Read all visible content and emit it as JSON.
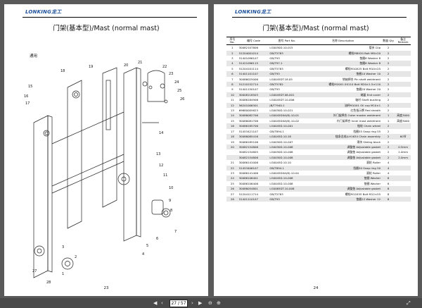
{
  "brand": "LONKING龙工",
  "left_page": {
    "title": "门架(基本型)/Mast (normal mast)",
    "tag": "通用",
    "page_number": "23",
    "callouts": [
      "15",
      "16",
      "17",
      "18",
      "19",
      "20",
      "21",
      "22",
      "23",
      "24",
      "25",
      "26",
      "14",
      "13",
      "12",
      "11",
      "10",
      "9",
      "8",
      "7",
      "6",
      "5",
      "4",
      "3",
      "2",
      "1",
      "27",
      "28"
    ]
  },
  "right_page": {
    "title": "门架(基本型)/Mast (normal mast)",
    "page_number": "24",
    "headers": [
      "序号 No.",
      "编号 Code",
      "图号 Part No.",
      "名称 Description",
      "数量 Qty",
      "备注 Remark"
    ],
    "rows": [
      [
        "1",
        "30082107806",
        "LG0030D.10-015",
        "管夹 Clip",
        "2",
        ""
      ],
      [
        "2",
        "51204001014",
        "GB/T5783",
        "螺栓M8X20 Bolt M8×20",
        "2",
        ""
      ],
      [
        "3",
        "51401096107",
        "GB/T93",
        "垫圈8 Washer 8",
        "2",
        ""
      ],
      [
        "4",
        "51421096115",
        "GB/T97.1",
        "垫圈8 Washer 8",
        "2",
        ""
      ],
      [
        "5",
        "51204101114",
        "GB/T5783",
        "螺栓M10X25 Bolt M10×25",
        "2",
        ""
      ],
      [
        "6",
        "51401101107",
        "GB/T93",
        "垫圈10 Washer 10",
        "2",
        ""
      ],
      [
        "7",
        "30086025006",
        "LG0045DT.18.05",
        "销轴焊合 Pin shaft weldment",
        "2",
        ""
      ],
      [
        "8",
        "51210152714",
        "GB/T5782",
        "螺栓M20X1.5X110 Bolt M20×1.5×110",
        "2",
        ""
      ],
      [
        "9",
        "51401150107",
        "GB/T93",
        "垫圈20 Washer 20",
        "2",
        ""
      ],
      [
        "10",
        "30008118503",
        "LG0045DT.08-001",
        "端盖 End cover",
        "2",
        ""
      ],
      [
        "11",
        "30086184906",
        "LG0045DT.10-006",
        "轴衬 Shaft bushing",
        "2",
        ""
      ],
      [
        "12",
        "56201006301",
        "JB/T7940.1",
        "油杯M10X1 Oil cup M10×1",
        "2",
        ""
      ],
      [
        "13",
        "69680005623",
        "LG0030D.10-021",
        "红色指示牌 Red sheath",
        "2",
        ""
      ],
      [
        "14",
        "30086082706",
        "LG0045DXA(B).10-01",
        "外门架焊合 Outer master weldment",
        "1",
        "高度3000"
      ],
      [
        "15",
        "30086081706",
        "LG0045DXA(B).10-02",
        "内门架焊合 Inner mast weldment",
        "1",
        "高度3000"
      ],
      [
        "16",
        "30086185706",
        "LG0045D.10-001",
        "链轮 Chain wheel",
        "2",
        ""
      ],
      [
        "17",
        "51453421107",
        "GB/T894.1",
        "挡圈55 Snap ring 55",
        "2",
        ""
      ],
      [
        "18",
        "30086085416",
        "LG0045D.10.18",
        "链条总成(LH1634 Chain assembly",
        "2",
        "60节"
      ],
      [
        "19",
        "30086185106",
        "LG0030D.10-007",
        "滑块 Sliding block",
        "2",
        ""
      ],
      [
        "20",
        "30082154806",
        "LG0030D.10-008",
        "调整垫 Adjustable gasket",
        "2",
        "0.5mm"
      ],
      [
        "",
        "30082154805",
        "LG0030D.10-008",
        "调整垫 Adjustable gasket",
        "2",
        "1.0mm"
      ],
      [
        "",
        "30082154806",
        "LG0030D.10-008",
        "调整垫 Adjustable gasket",
        "2",
        "2.0mm"
      ],
      [
        "21",
        "30086141006",
        "LG0045D.10.10",
        "滚轮 Roller",
        "4",
        ""
      ],
      [
        "22",
        "51453406107",
        "GB/T894.1",
        "挡圈50 Snap ring 50",
        "4",
        ""
      ],
      [
        "23",
        "30086141406",
        "LG0045DXA(B).10.04",
        "滚轮 Roller",
        "4",
        ""
      ],
      [
        "24",
        "30086106401",
        "LG0045D.10-008",
        "垫圈 Washer",
        "8",
        ""
      ],
      [
        "25",
        "30086106406",
        "LG0045D.10-008",
        "垫圈 Washer",
        "8",
        ""
      ],
      [
        "26",
        "30086054801",
        "LG0065DT.10-008",
        "调整垫 Adjustable gasket",
        "8",
        ""
      ],
      [
        "27",
        "51204111714",
        "GB/T5783",
        "螺栓M12X55 Bolt M12×55",
        "8",
        ""
      ],
      [
        "28",
        "51401110107",
        "GB/T93",
        "垫圈12 Washer 12",
        "8",
        ""
      ]
    ]
  },
  "viewer": {
    "page_input": "27 / 57"
  }
}
